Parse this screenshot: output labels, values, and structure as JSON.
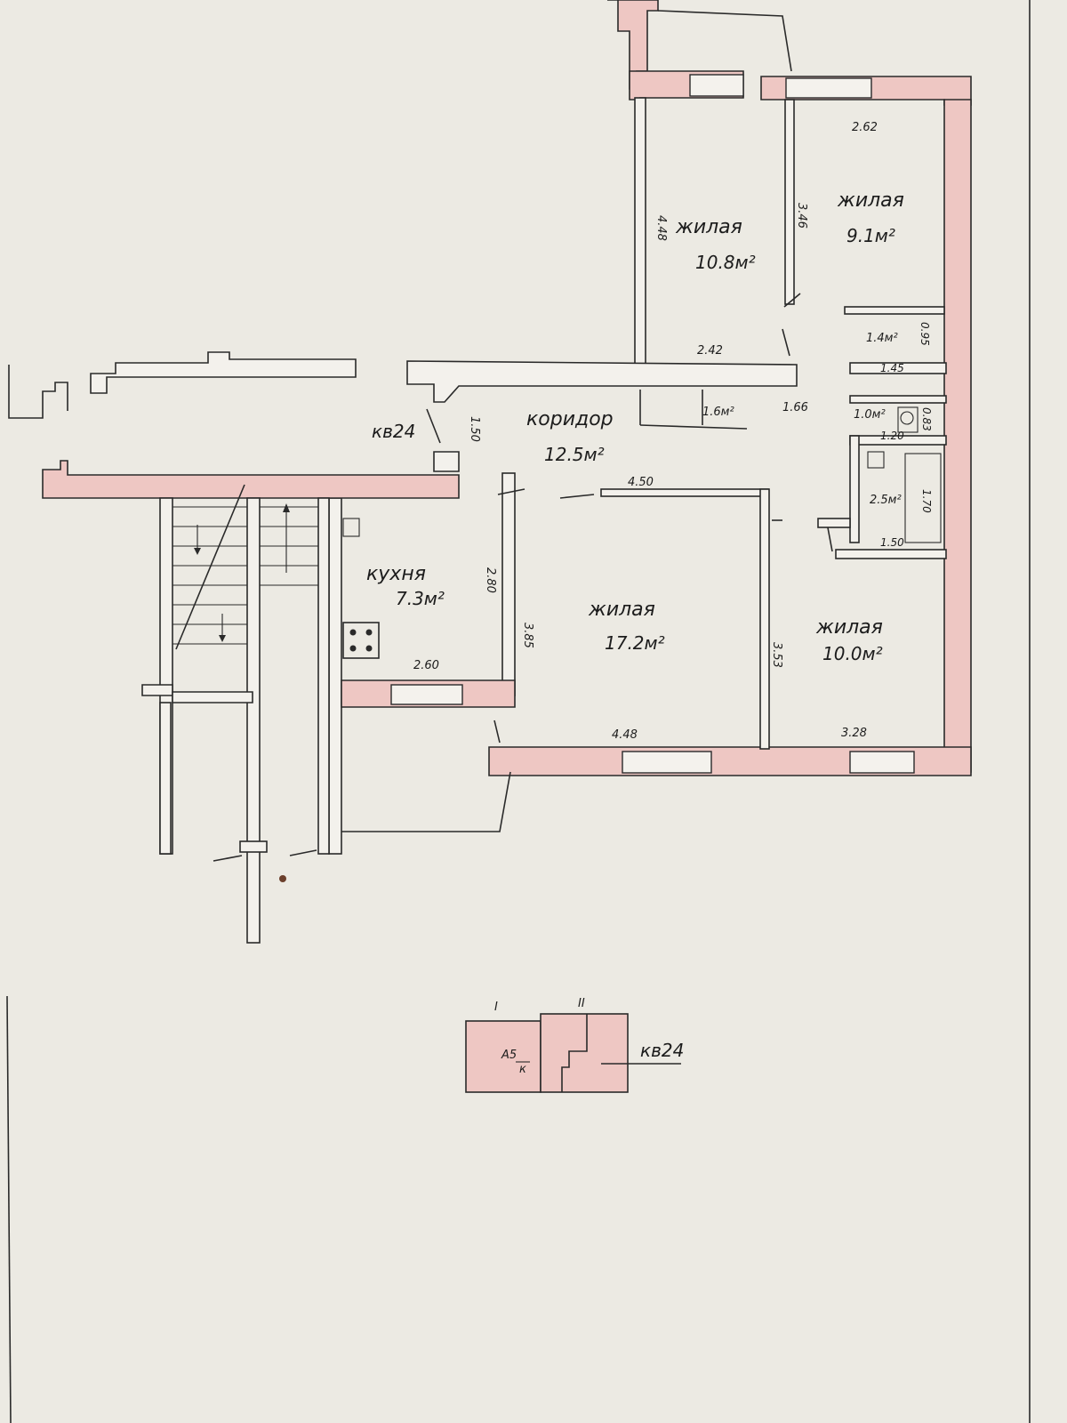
{
  "apartment_label": "кв24",
  "rooms": {
    "bedroom_top_left": {
      "name": "жилая",
      "area": "10.8м²"
    },
    "bedroom_top_right": {
      "name": "жилая",
      "area": "9.1м²"
    },
    "corridor": {
      "name": "коридор",
      "area": "12.5м²"
    },
    "kitchen": {
      "name": "кухня",
      "area": "7.3м²"
    },
    "living_center": {
      "name": "жилая",
      "area": "17.2м²"
    },
    "living_right": {
      "name": "жилая",
      "area": "10.0м²"
    },
    "closet_top": {
      "area": "1.4м²"
    },
    "wardrobe": {
      "area": "1.6м²"
    },
    "toilet": {
      "area": "1.0м²"
    },
    "bath": {
      "area": "2.5м²"
    }
  },
  "dimensions": {
    "d_262": "2.62",
    "d_448_top": "4.48",
    "d_346": "3.46",
    "d_242": "2.42",
    "d_095": "0.95",
    "d_145": "1.45",
    "d_166": "1.66",
    "d_150_corr": "1.50",
    "d_083": "0.83",
    "d_120": "1.20",
    "d_170": "1.70",
    "d_150_bath": "1.50",
    "d_450": "4.50",
    "d_280": "2.80",
    "d_385": "3.85",
    "d_353": "3.53",
    "d_260": "2.60",
    "d_448_bottom": "4.48",
    "d_328": "3.28"
  },
  "key_plan": {
    "section_1": "I",
    "section_2": "II",
    "stamp_top": "А5",
    "stamp_bottom": "к",
    "apartment_label": "кв24"
  },
  "colors": {
    "wall_fill": "#eec7c3",
    "paper": "#eceae3",
    "line": "#2a2a2a"
  }
}
